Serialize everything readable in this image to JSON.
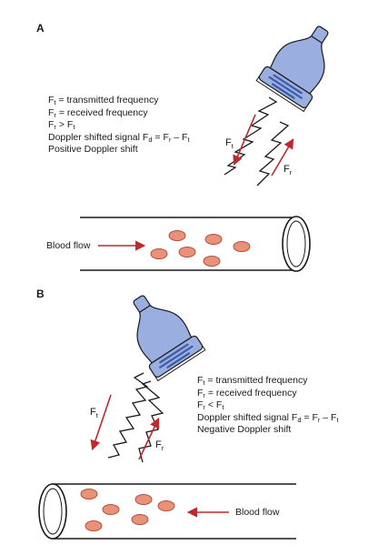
{
  "panel_a": {
    "label": "A",
    "legend": {
      "ft": {
        "sym": "F",
        "sub": "t",
        "text": " = transmitted frequency"
      },
      "fr": {
        "sym": "F",
        "sub": "r",
        "text": " = received frequency"
      },
      "ineq": {
        "l_sym": "F",
        "l_sub": "r",
        "op": " > ",
        "r_sym": "F",
        "r_sub": "t"
      },
      "shift": {
        "prefix": "Doppler shifted signal F",
        "d_sub": "d",
        "mid": " = F",
        "r_sub": "r",
        "minus": " – F",
        "t_sub": "t"
      },
      "summary": "Positive Doppler shift"
    },
    "ft_label": {
      "sym": "F",
      "sub": "t"
    },
    "fr_label": {
      "sym": "F",
      "sub": "r"
    },
    "flow_label": "Blood flow"
  },
  "panel_b": {
    "label": "B",
    "legend": {
      "ft": {
        "sym": "F",
        "sub": "t",
        "text": " = transmitted frequency"
      },
      "fr": {
        "sym": "F",
        "sub": "r",
        "text": " = received frequency"
      },
      "ineq": {
        "l_sym": "F",
        "l_sub": "r",
        "op": " < ",
        "r_sym": "F",
        "r_sub": "t"
      },
      "shift": {
        "prefix": "Doppler shifted signal F",
        "d_sub": "d",
        "mid": " = F",
        "r_sub": "r",
        "minus": " – F",
        "t_sub": "t"
      },
      "summary": "Negative Doppler shift"
    },
    "ft_label": {
      "sym": "F",
      "sub": "t"
    },
    "fr_label": {
      "sym": "F",
      "sub": "r"
    },
    "flow_label": "Blood flow"
  },
  "colors": {
    "probe_fill": "#9aaee0",
    "probe_stripe": "#3c5aa8",
    "arrow_red": "#c0282d",
    "cell_fill": "#e8927a",
    "cell_stroke": "#b5503a",
    "outline": "#1a1a1a"
  }
}
